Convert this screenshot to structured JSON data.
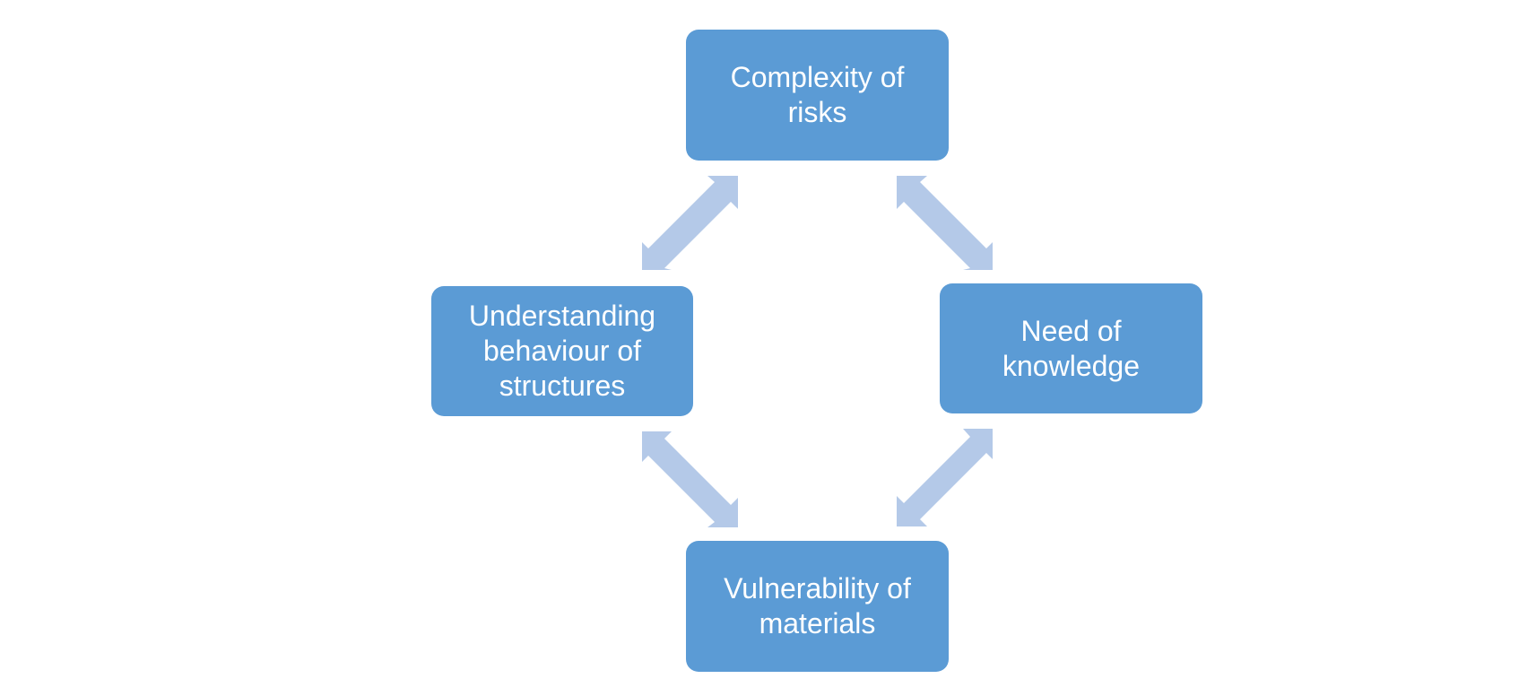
{
  "diagram": {
    "nodes": {
      "top": "Complexity of risks",
      "left": "Understanding behaviour of structures",
      "right": "Need of knowledge",
      "bottom": "Vulnerability of materials"
    },
    "colors": {
      "node_fill": "#5b9bd5",
      "node_text": "#ffffff",
      "arrow_fill": "#b4c9e8"
    },
    "edges": [
      {
        "from": "top",
        "to": "left",
        "style": "double-headed"
      },
      {
        "from": "top",
        "to": "right",
        "style": "double-headed"
      },
      {
        "from": "left",
        "to": "bottom",
        "style": "double-headed"
      },
      {
        "from": "right",
        "to": "bottom",
        "style": "double-headed"
      }
    ]
  }
}
